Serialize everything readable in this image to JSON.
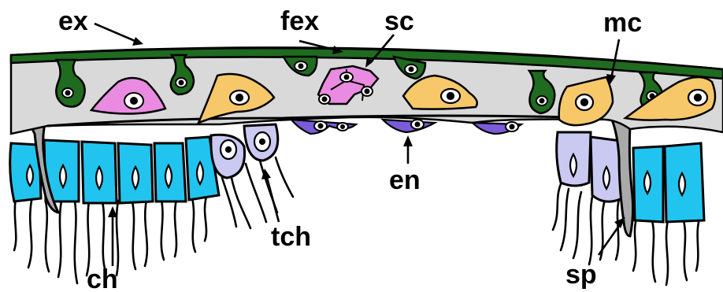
{
  "diagram": {
    "labels": {
      "ex": "ex",
      "fex": "fex",
      "sc": "sc",
      "mc": "mc",
      "en": "en",
      "tch": "tch",
      "ch": "ch",
      "sp": "sp"
    },
    "colors": {
      "mesoglea": "#d9d9d9",
      "exumbrella": "#1f6b1f",
      "pink_cell": "#e98be0",
      "yellow_cell": "#f7c86a",
      "cyan_cell": "#21c4ee",
      "lavender_cell": "#c9c9f2",
      "endothelium": "#7b5bd8",
      "outline": "#000000"
    }
  }
}
